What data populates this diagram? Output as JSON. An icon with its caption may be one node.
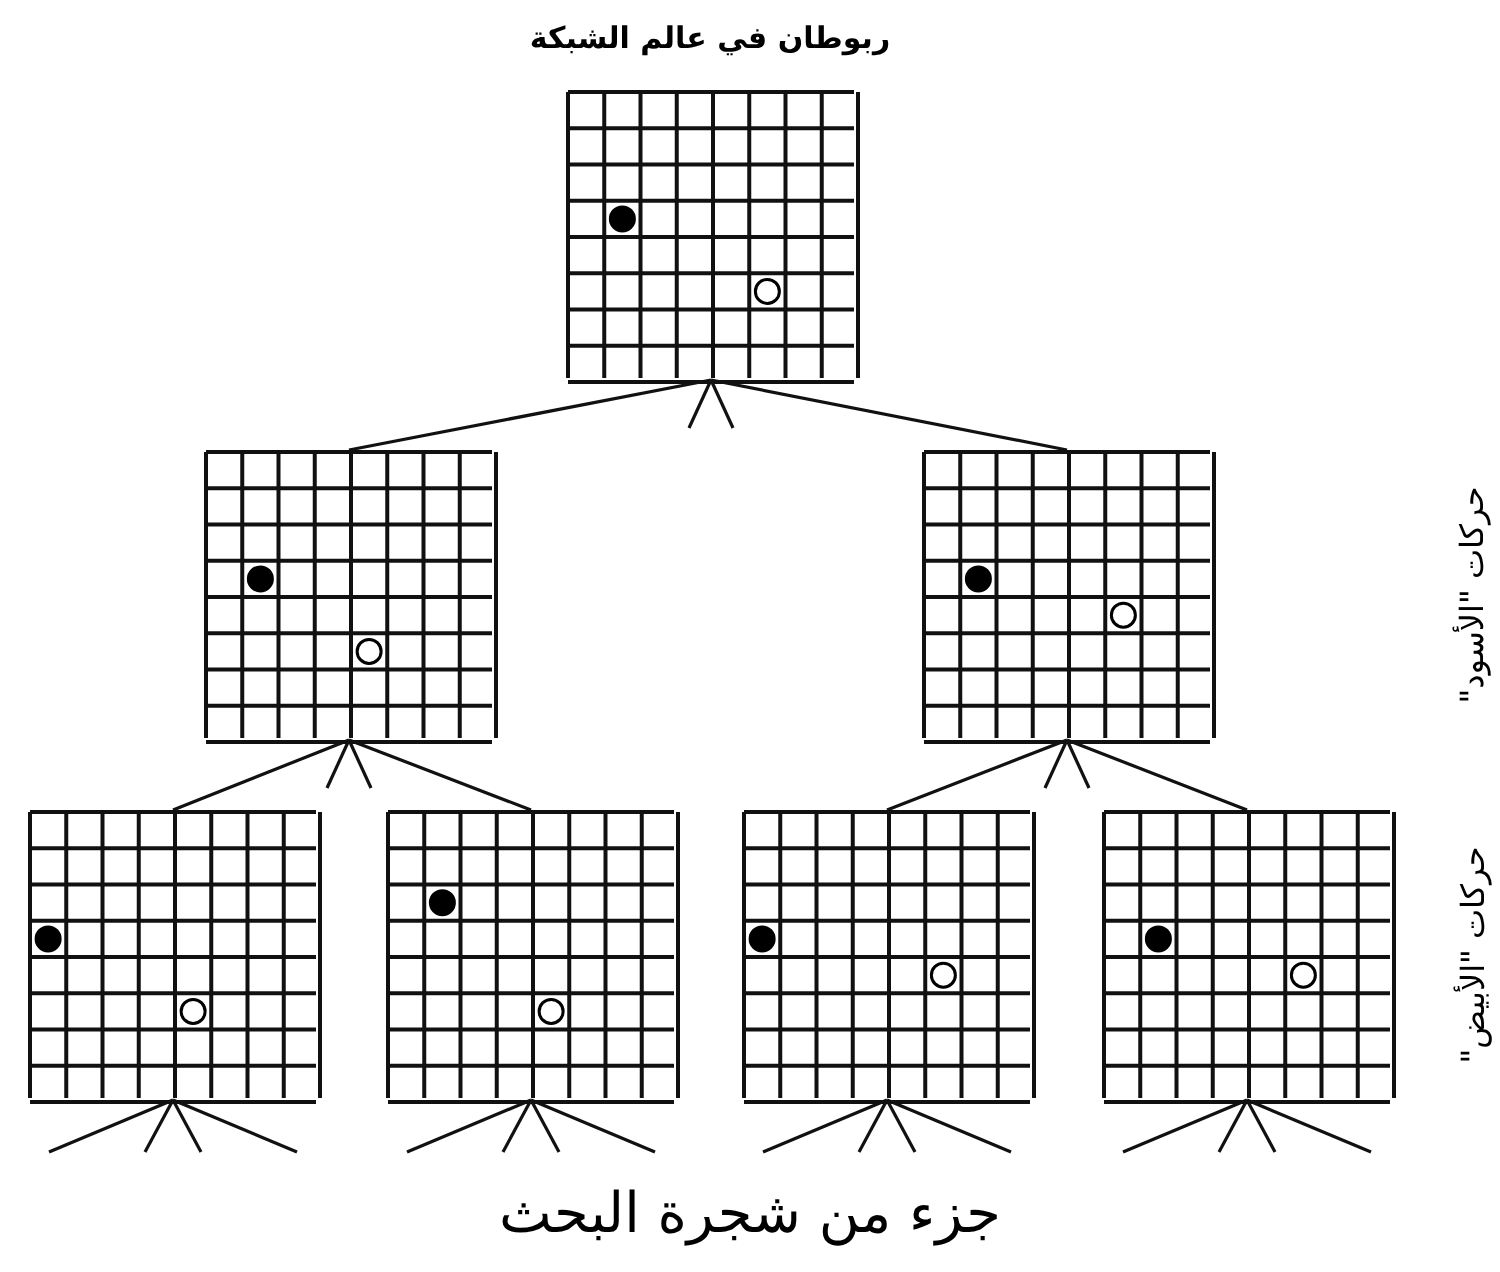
{
  "diagram": {
    "title": "ربوطان في عالم الشبكة",
    "caption": "جزء من شجرة البحث",
    "nodes": [
      {
        "text": [],
        "shape": "grid"
      },
      {
        "text": [],
        "shape": "grid"
      },
      {
        "text": [],
        "shape": "grid"
      },
      {
        "text": [],
        "shape": "grid"
      },
      {
        "text": [],
        "shape": "grid"
      },
      {
        "text": [],
        "shape": "grid"
      },
      {
        "text": [],
        "shape": "grid"
      }
    ],
    "edges": [
      {
        "from": 0,
        "to": 1,
        "arrow": "none"
      },
      {
        "from": 0,
        "to": 2,
        "arrow": "none"
      },
      {
        "from": 0,
        "to": null,
        "arrow": "none"
      },
      {
        "from": 0,
        "to": null,
        "arrow": "none"
      },
      {
        "from": 1,
        "to": 3,
        "arrow": "none"
      },
      {
        "from": 1,
        "to": 4,
        "arrow": "none"
      },
      {
        "from": 1,
        "to": null,
        "arrow": "none"
      },
      {
        "from": 1,
        "to": null,
        "arrow": "none"
      },
      {
        "from": 2,
        "to": 5,
        "arrow": "none"
      },
      {
        "from": 2,
        "to": 6,
        "arrow": "none"
      },
      {
        "from": 2,
        "to": null,
        "arrow": "none"
      },
      {
        "from": 2,
        "to": null,
        "arrow": "none"
      },
      {
        "from": 3,
        "to": null,
        "arrow": "none"
      },
      {
        "from": 3,
        "to": null,
        "arrow": "none"
      },
      {
        "from": 3,
        "to": null,
        "arrow": "none"
      },
      {
        "from": 3,
        "to": null,
        "arrow": "none"
      },
      {
        "from": 4,
        "to": null,
        "arrow": "none"
      },
      {
        "from": 4,
        "to": null,
        "arrow": "none"
      },
      {
        "from": 4,
        "to": null,
        "arrow": "none"
      },
      {
        "from": 4,
        "to": null,
        "arrow": "none"
      },
      {
        "from": 5,
        "to": null,
        "arrow": "none"
      },
      {
        "from": 5,
        "to": null,
        "arrow": "none"
      },
      {
        "from": 5,
        "to": null,
        "arrow": "none"
      },
      {
        "from": 5,
        "to": null,
        "arrow": "none"
      },
      {
        "from": 6,
        "to": null,
        "arrow": "none"
      },
      {
        "from": 6,
        "to": null,
        "arrow": "none"
      },
      {
        "from": 6,
        "to": null,
        "arrow": "none"
      },
      {
        "from": 6,
        "to": null,
        "arrow": "none"
      }
    ],
    "labels": [
      "حركات \"الأسود\"",
      "حركات \"الأبيض\""
    ]
  }
}
